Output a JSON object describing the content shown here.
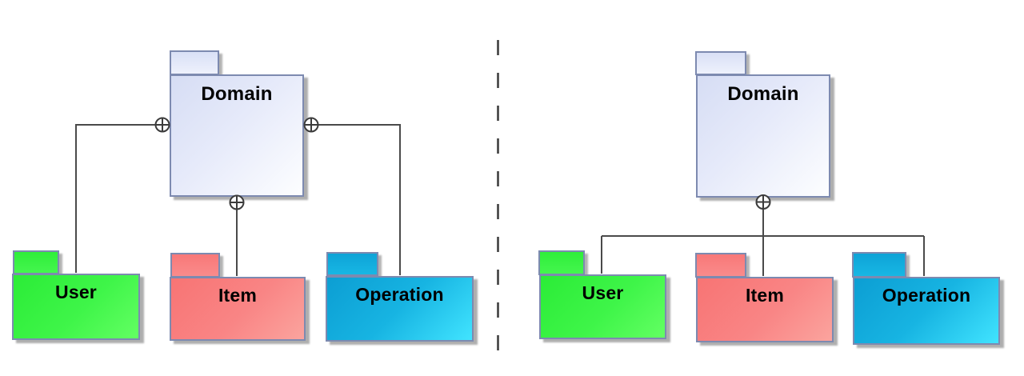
{
  "diagram": {
    "type": "uml-package-diagram-comparison",
    "panels": [
      {
        "side": "left",
        "containment_style": "separate circled-plus anchors on parent (left, right, bottom edges)",
        "parent_package": "Domain",
        "child_packages": [
          "User",
          "Item",
          "Operation"
        ],
        "packages": [
          {
            "name": "Domain"
          },
          {
            "name": "User"
          },
          {
            "name": "Item"
          },
          {
            "name": "Operation"
          }
        ]
      },
      {
        "side": "right",
        "containment_style": "single shared circled-plus anchor on parent bottom edge with branching tree connector",
        "parent_package": "Domain",
        "child_packages": [
          "User",
          "Item",
          "Operation"
        ],
        "packages": [
          {
            "name": "Domain"
          },
          {
            "name": "User"
          },
          {
            "name": "Item"
          },
          {
            "name": "Operation"
          }
        ]
      }
    ],
    "symbols": {
      "containment_icon": "circled-plus",
      "divider": "vertical-dashed-line"
    },
    "colors": {
      "domain_fill_start": "#d6ddf4",
      "domain_fill_end": "#fdfeff",
      "user_fill_start": "#2bec37",
      "user_fill_end": "#63ff63",
      "item_fill_start": "#f87474",
      "item_fill_end": "#fba49e",
      "operation_fill_start": "#0c9ed3",
      "operation_fill_end": "#41e4ff",
      "package_border": "#7d8ab0",
      "connector_line": "#4a4a4a",
      "shadow": "#aeaeae",
      "label_text": "#000000",
      "background": "#ffffff"
    }
  }
}
